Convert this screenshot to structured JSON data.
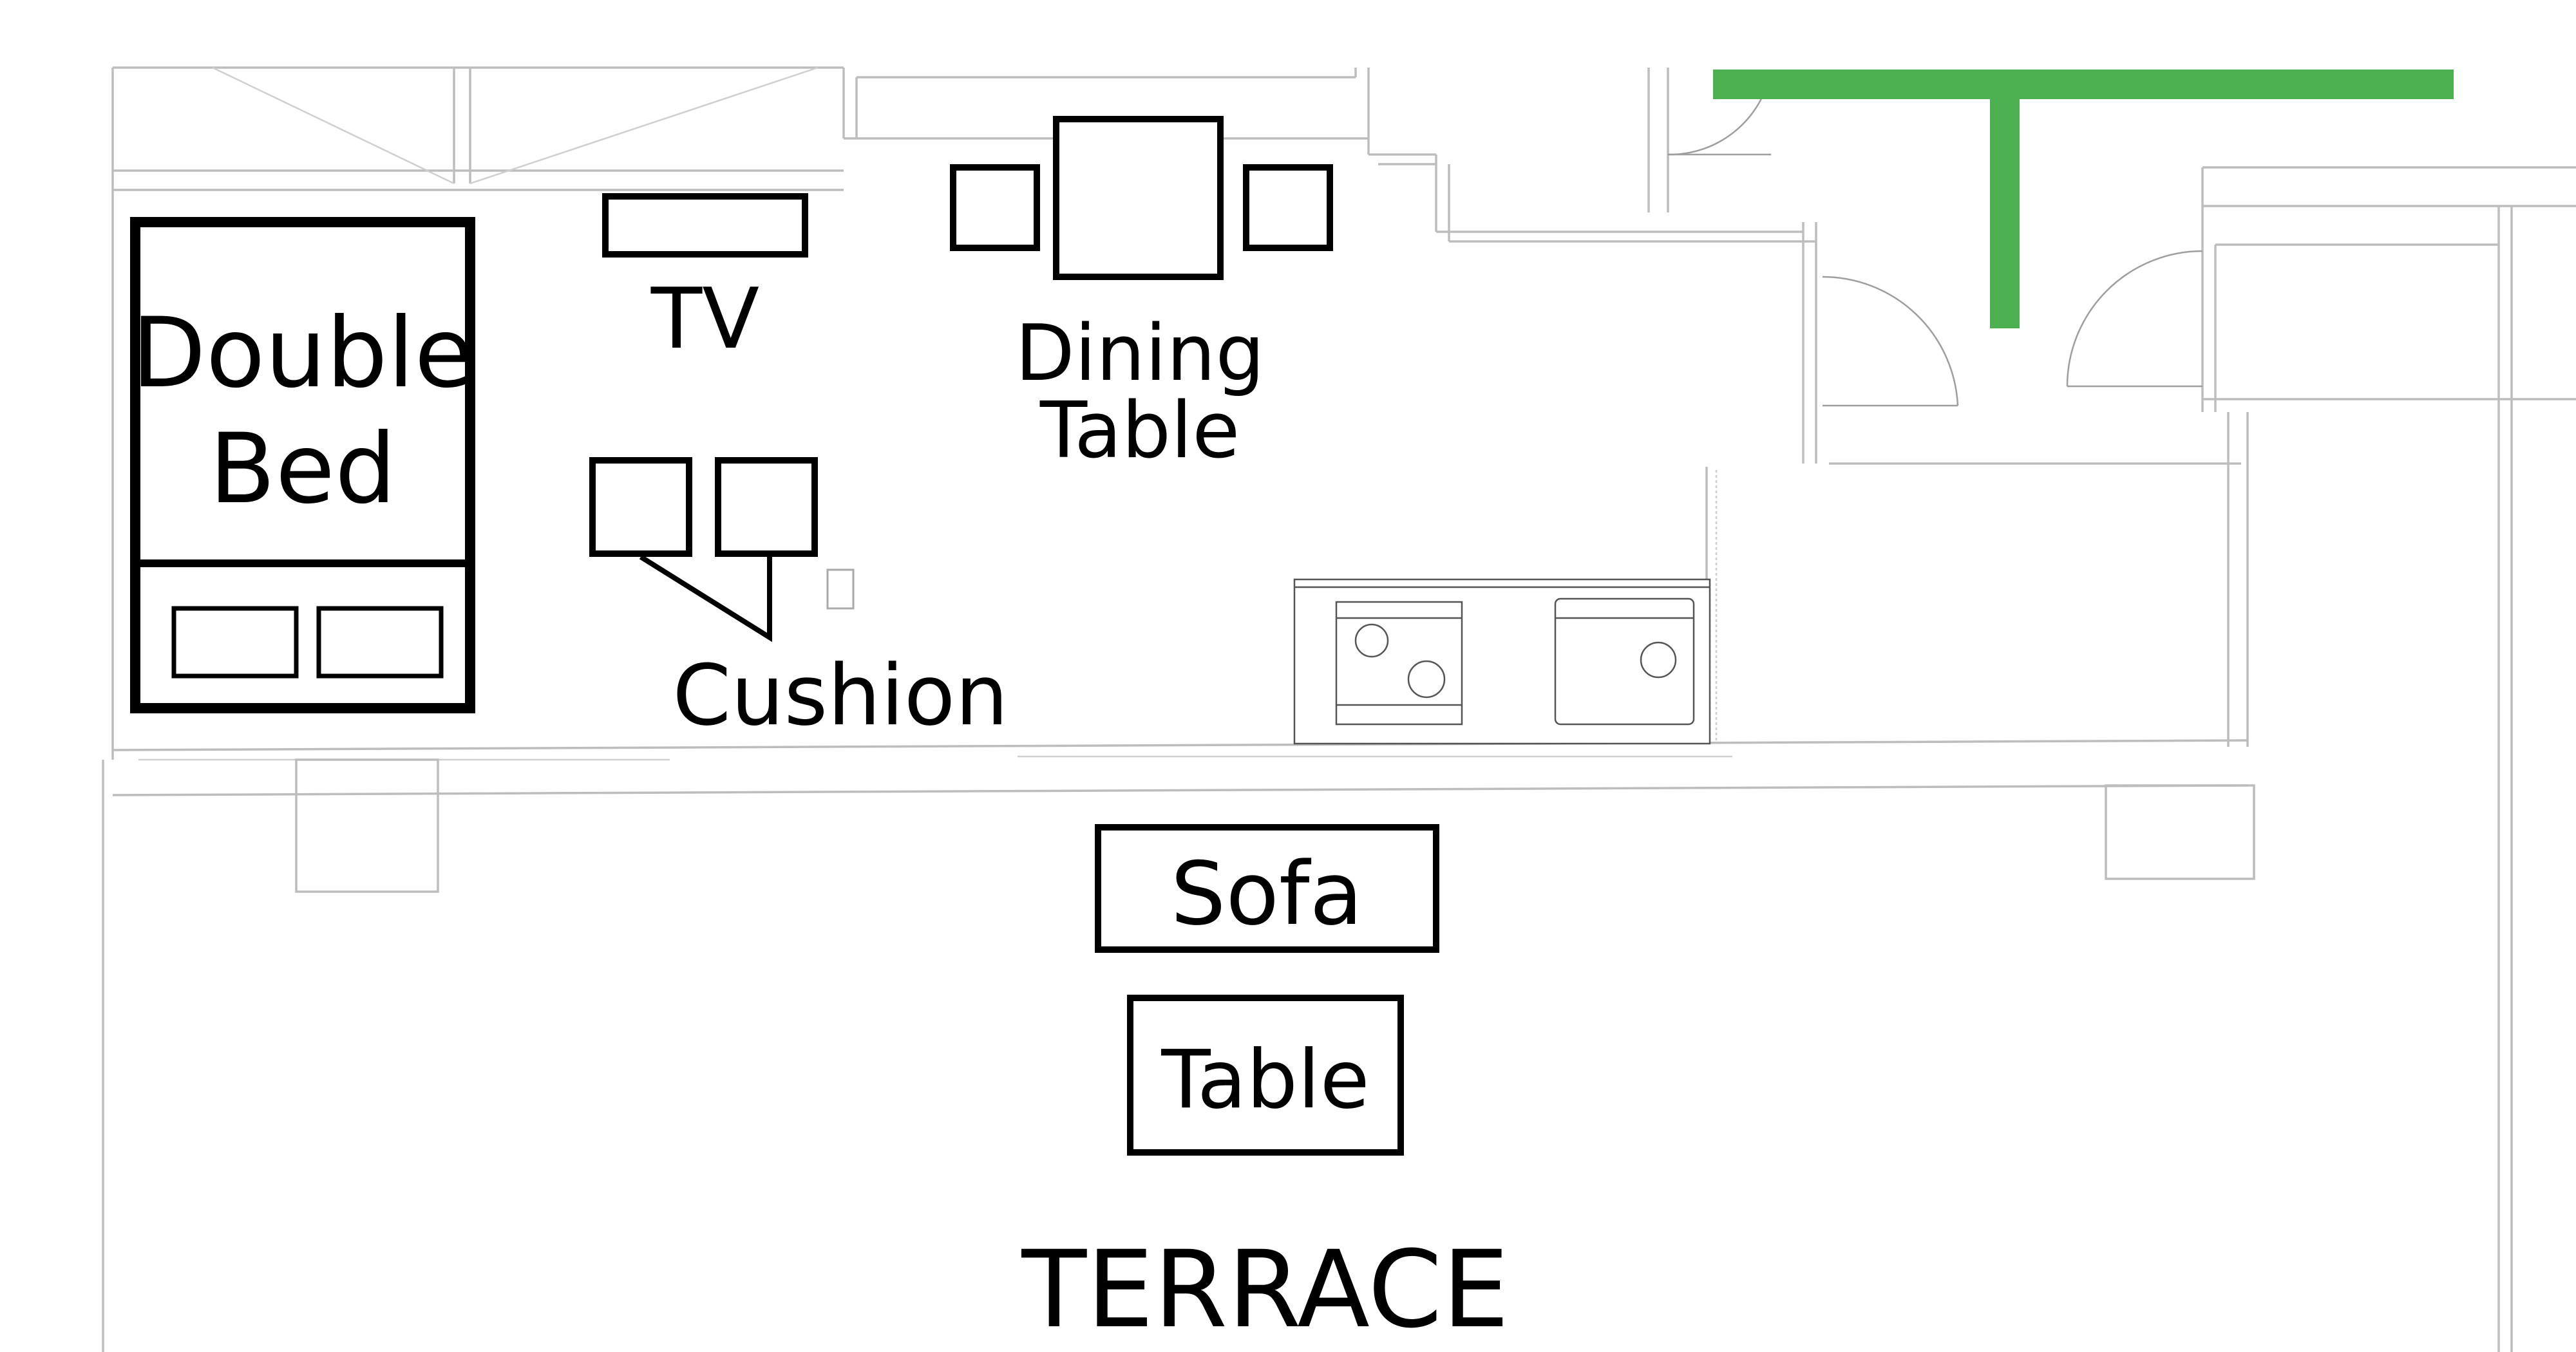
{
  "labels": {
    "double_bed_line1": "Double",
    "double_bed_line2": "Bed",
    "tv": "TV",
    "dining_line1": "Dining",
    "dining_line2": "Table",
    "cushion": "Cushion",
    "sofa": "Sofa",
    "table": "Table",
    "terrace": "TERRACE"
  },
  "colors": {
    "accent_wall": "#4caf50",
    "furniture_stroke": "#000000",
    "plan_lines": "#bdbdbd"
  }
}
